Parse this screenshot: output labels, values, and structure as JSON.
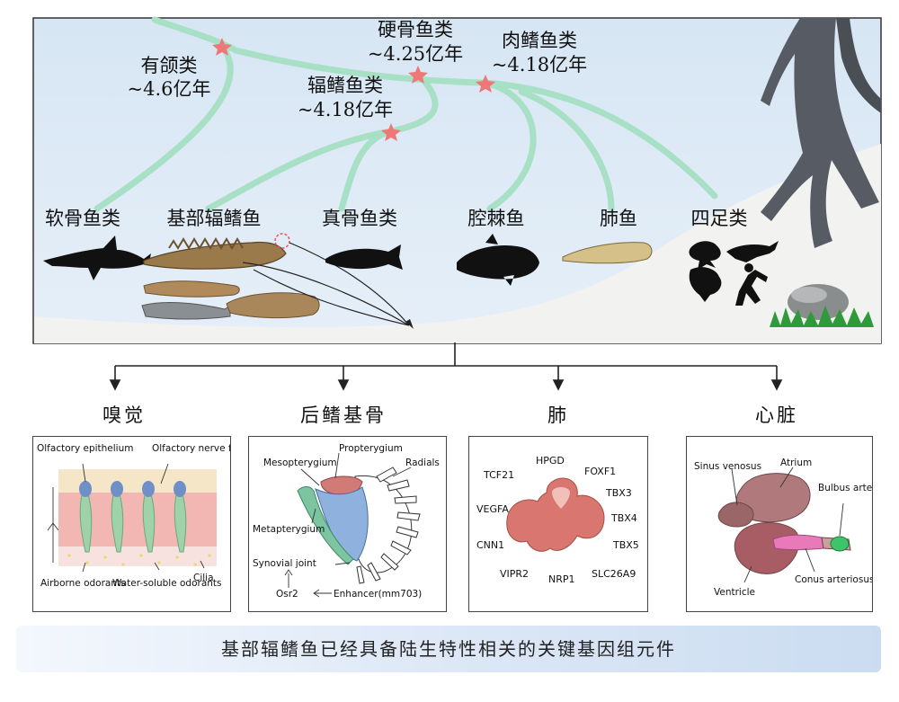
{
  "tree": {
    "nodes": [
      {
        "name": "有颌类",
        "age": "~4.6亿年"
      },
      {
        "name": "硬骨鱼类",
        "age": "~4.25亿年"
      },
      {
        "name": "肉鳍鱼类",
        "age": "~4.18亿年"
      },
      {
        "name": "辐鳍鱼类",
        "age": "~4.18亿年"
      }
    ],
    "taxa": [
      "软骨鱼类",
      "基部辐鳍鱼",
      "真骨鱼类",
      "腔棘鱼",
      "肺鱼",
      "四足类"
    ]
  },
  "panels": [
    {
      "title": "嗅觉",
      "labels": [
        "Olfactory epithelium",
        "Olfactory nerve fibre",
        "Airborne odorants",
        "Water-soluble odorants",
        "Cilia"
      ]
    },
    {
      "title": "后鳍基骨",
      "labels": [
        "Mesopterygium",
        "Propterygium",
        "Radials",
        "Metapterygium",
        "Synovial joint",
        "Osr2",
        "Enhancer(mm703)"
      ]
    },
    {
      "title": "肺",
      "genes": [
        "HPGD",
        "TCF21",
        "FOXF1",
        "TBX3",
        "VEGFA",
        "TBX4",
        "CNN1",
        "TBX5",
        "VIPR2",
        "NRP1",
        "SLC26A9"
      ]
    },
    {
      "title": "心脏",
      "labels": [
        "Sinus venosus",
        "Atrium",
        "Bulbus arteriosus",
        "Ventricle",
        "Conus arteriosus"
      ]
    }
  ],
  "footer": "基部辐鳍鱼已经具备陆生特性相关的关键基因组元件",
  "colors": {
    "branch": "#a8e0c6",
    "node_star": "#ee7777",
    "sky": "#dce9f5",
    "ground": "#f1f1ef",
    "tree_trunk": "#565b63",
    "lung": "#d9766f",
    "fin_blue": "#8eb1de",
    "fin_green": "#7cc5a0",
    "fin_red": "#d27a76"
  }
}
